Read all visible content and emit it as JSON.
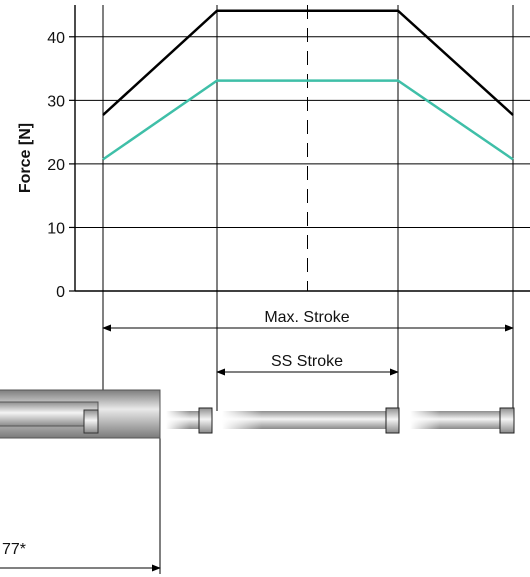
{
  "chart_data": {
    "type": "line",
    "title": "",
    "xlabel": "",
    "ylabel": "Force [N]",
    "ylim": [
      0,
      45
    ],
    "yticks": [
      0,
      10,
      20,
      30,
      40
    ],
    "grid": true,
    "legend": "none",
    "x": [
      0,
      1,
      2.62,
      4.23
    ],
    "series": [
      {
        "values": [
          27.7,
          44.1,
          44.1,
          27.7
        ],
        "color": "#000000"
      },
      {
        "values": [
          20.7,
          33.1,
          33.1,
          20.7
        ],
        "color": "#3fbfa8"
      }
    ],
    "annotations": {
      "max_stroke_label": "Max. Stroke",
      "ss_stroke_label": "SS Stroke",
      "offset_label": "77*"
    }
  }
}
